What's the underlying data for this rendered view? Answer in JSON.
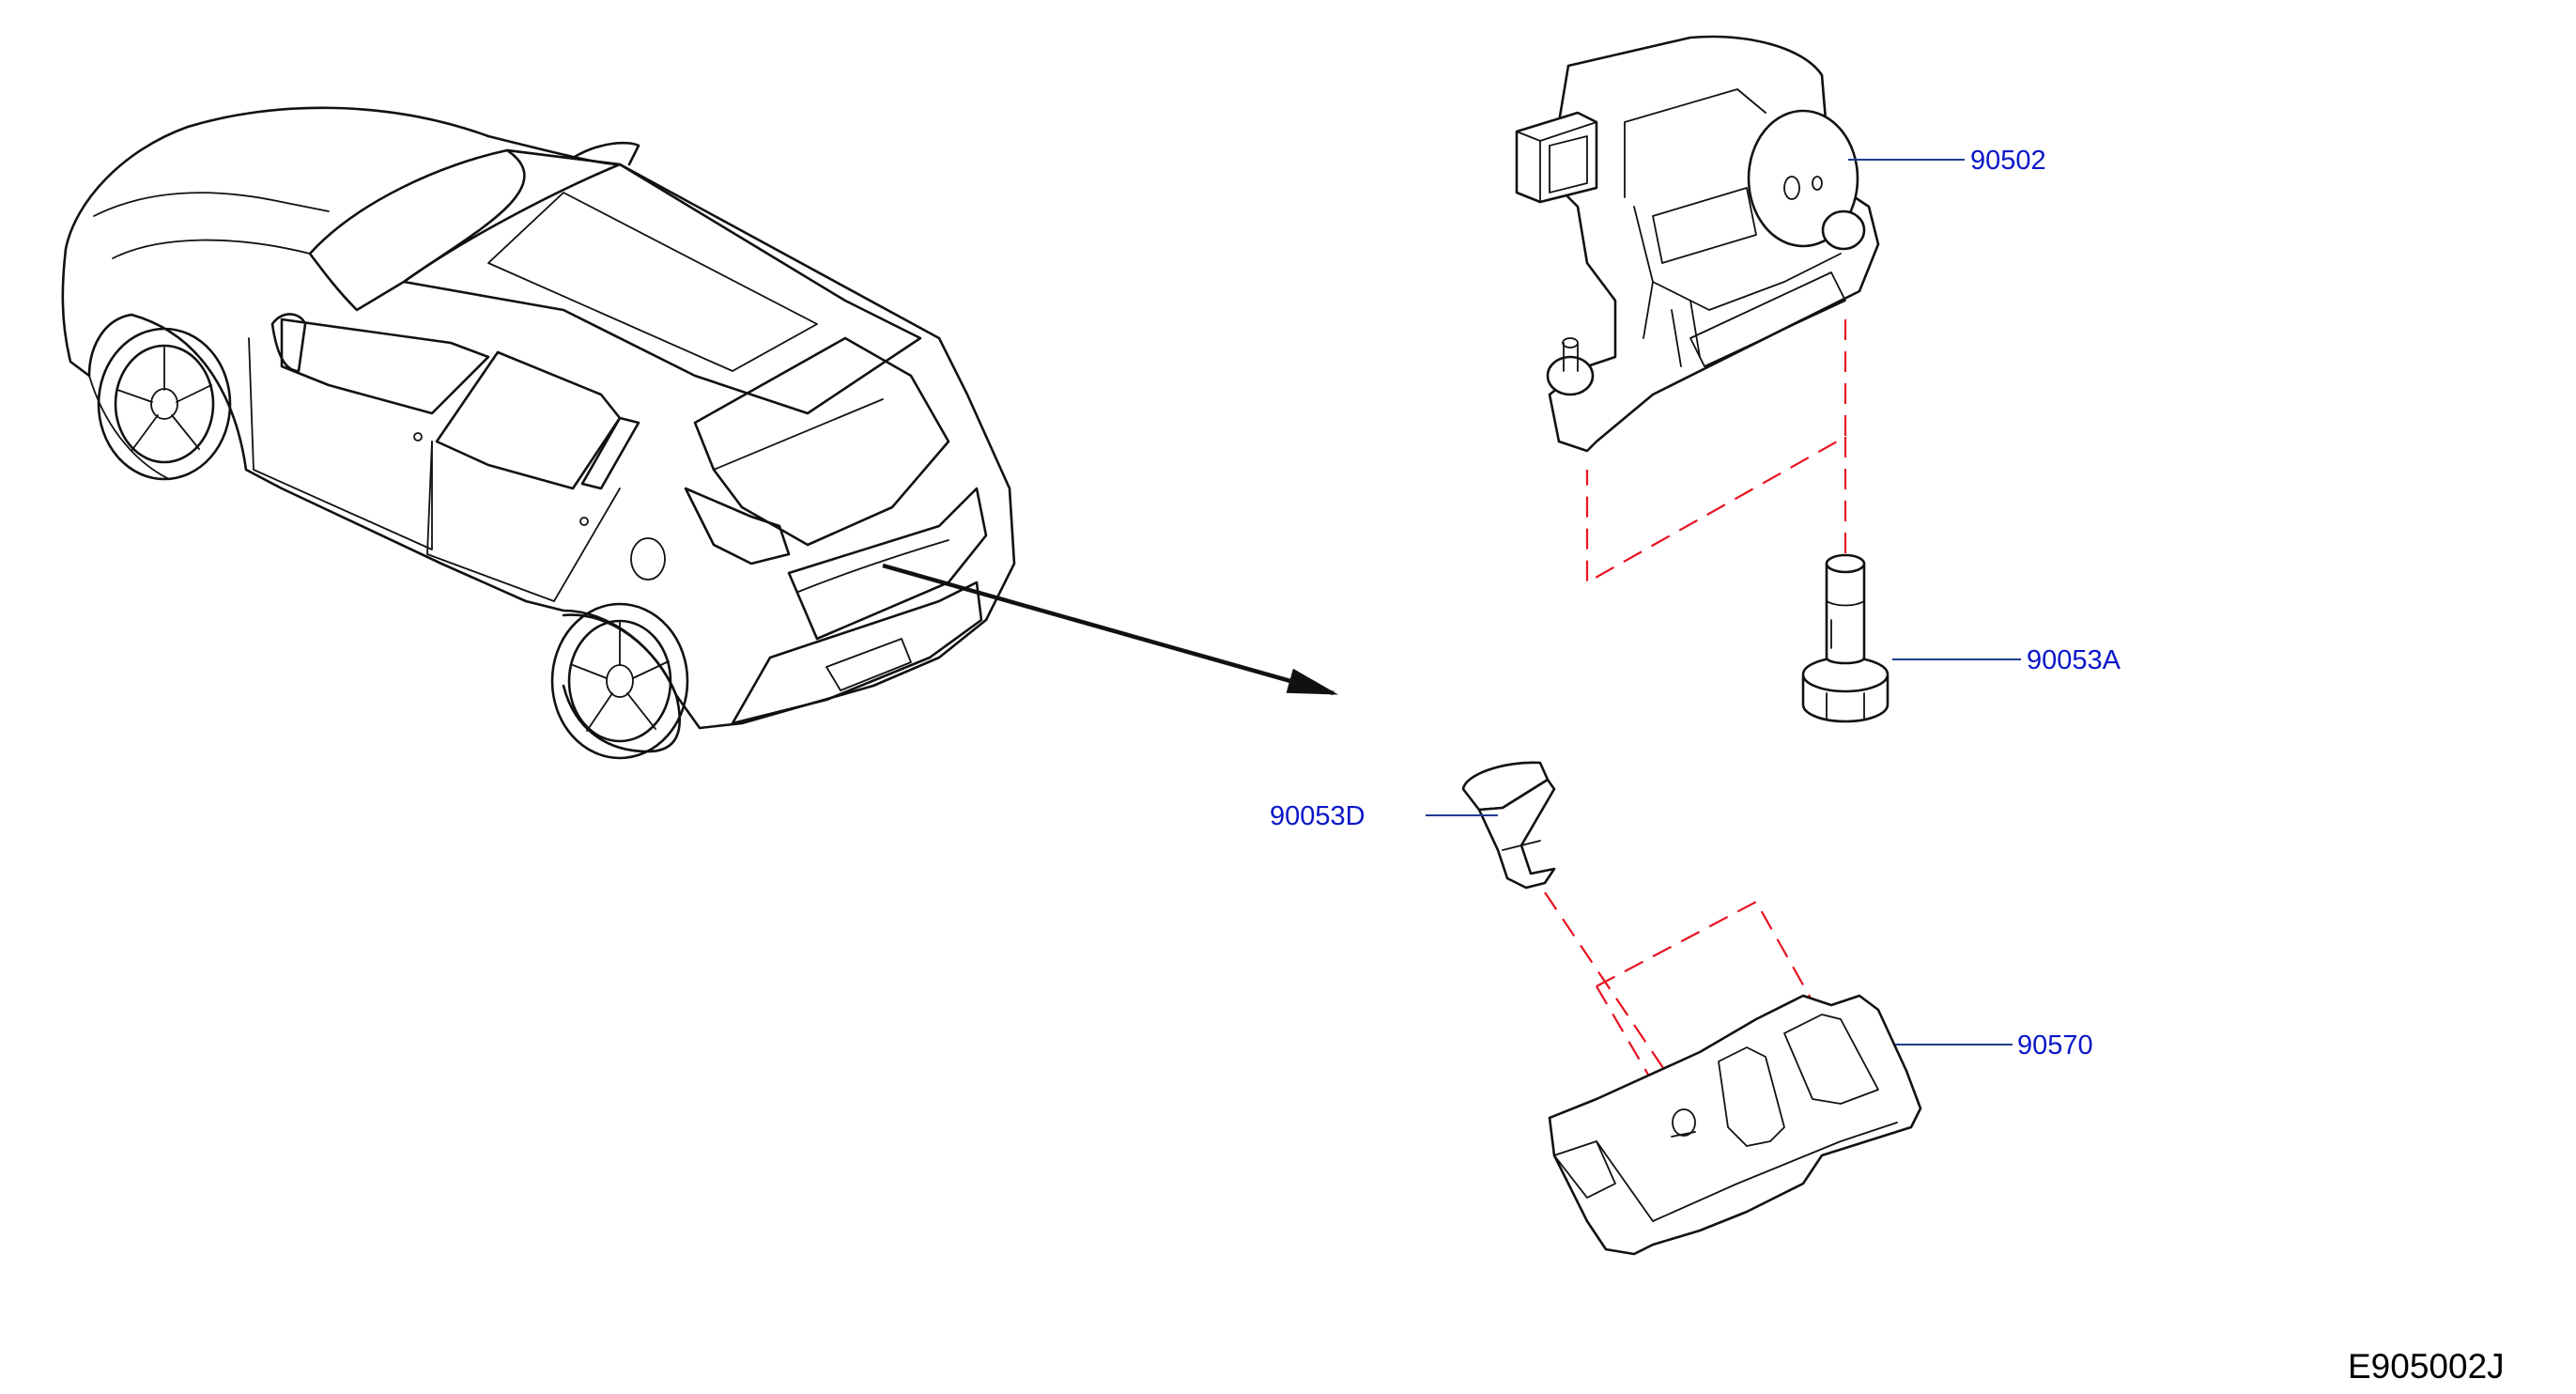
{
  "parts": [
    {
      "id": "90502",
      "label": "90502"
    },
    {
      "id": "90053A",
      "label": "90053A"
    },
    {
      "id": "90053D",
      "label": "90053D"
    },
    {
      "id": "90570",
      "label": "90570"
    }
  ],
  "diagram_code": "E905002J",
  "colors": {
    "line": "#111111",
    "label": "#0b16c8",
    "leader": "#1f3c8f",
    "dashed_guide": "#e8121f"
  }
}
